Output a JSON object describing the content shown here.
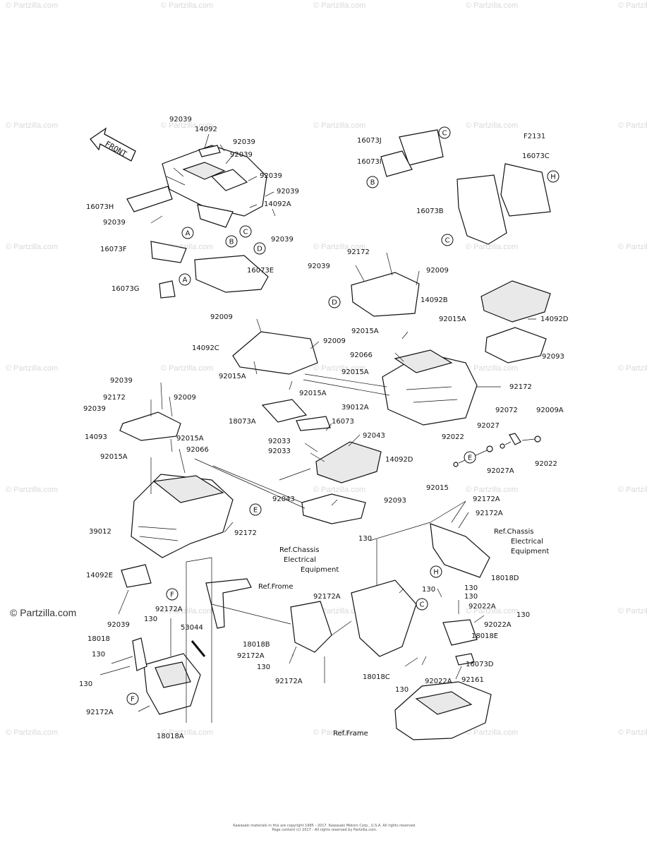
{
  "watermark": "© Partzilla.com",
  "brand": "© Partzilla.com",
  "figure_code": "F2131",
  "front_arrow_label": "FRONT",
  "copyright_lines": [
    "Kawasaki materials in this are copyright 1985 - 2017. Kawasaki Motors Corp., U.S.A. All rights reserved.",
    "Page content (c) 2017 - All rights reserved by Partzilla.com."
  ],
  "labels": {
    "l01": "92039",
    "l02": "14092",
    "l03": "92039",
    "l04": "92039",
    "l05": "92039",
    "l06": "92039",
    "l07": "14092A",
    "l08": "16073H",
    "l09": "92039",
    "l10": "92039",
    "l11": "16073F",
    "l12": "16073E",
    "l13": "16073G",
    "l14": "16073J",
    "l15": "16073I",
    "l16": "16073C",
    "l17": "16073B",
    "l18": "92172",
    "l19": "92039",
    "l20": "92009",
    "l21": "14092B",
    "l22": "92015A",
    "l23": "14092D",
    "l24": "92015A",
    "l25": "92066",
    "l26": "92093",
    "l27": "92015A",
    "l28": "92172",
    "l29": "39012A",
    "l30": "92009",
    "l31": "14092C",
    "l32": "92009",
    "l33": "92015A",
    "l34": "92015A",
    "l35": "18073A",
    "l36": "16073",
    "l37": "92039",
    "l38": "92172",
    "l39": "92009",
    "l40": "92039",
    "l41": "14093",
    "l42": "92015A",
    "l43": "92066",
    "l44": "92015A",
    "l45": "92033",
    "l46": "92043",
    "l47": "92033",
    "l48": "14092D",
    "l49": "92043",
    "l50": "92093",
    "l51": "92072",
    "l52": "92009A",
    "l53": "92022",
    "l54": "92027",
    "l55": "92027A",
    "l56": "92022",
    "l57": "92015",
    "l58": "39012",
    "l59": "92172",
    "l60": "92172A",
    "l61": "92172A",
    "l62": "Ref.Chassis",
    "l63": "Electrical",
    "l64": "Equipment",
    "l65": "18018D",
    "l66": "130",
    "l67": "Ref.Chassis",
    "l68": "Electrical",
    "l69": "Equipment",
    "l70": "14092E",
    "l71": "Ref.Frome",
    "l72": "92039",
    "l73": "92172A",
    "l74": "130",
    "l75": "53044",
    "l76": "18018",
    "l77": "130",
    "l78": "130",
    "l79": "92172A",
    "l80": "18018A",
    "l81": "92172A",
    "l82": "18018B",
    "l83": "92172A",
    "l84": "130",
    "l85": "92172A",
    "l86": "130",
    "l87": "130",
    "l88": "130",
    "l89": "92022A",
    "l90": "130",
    "l91": "92022A",
    "l92": "18018E",
    "l93": "18018C",
    "l94": "16073D",
    "l95": "130",
    "l96": "92022A",
    "l97": "92161",
    "l98": "Ref.Frame"
  },
  "callouts": {
    "c1": "A",
    "c2": "C",
    "c3": "D",
    "c4": "B",
    "c5": "A",
    "c6": "C",
    "c7": "B",
    "c8": "H",
    "c9": "C",
    "c10": "D",
    "c11": "E",
    "c12": "E",
    "c13": "H",
    "c14": "C",
    "c15": "F",
    "c16": "F"
  }
}
